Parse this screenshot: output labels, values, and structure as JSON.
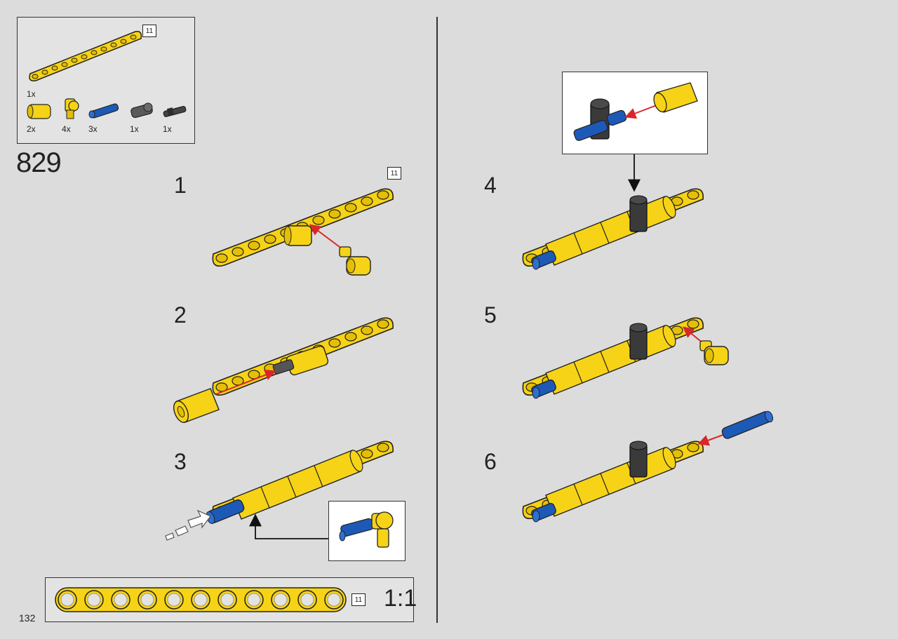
{
  "set_number": "829",
  "page_number": "132",
  "scale_label": "1:1",
  "beam_length_label": "11",
  "parts_list": [
    {
      "name": "beam-11",
      "count": "1x",
      "color": "#f6d316"
    },
    {
      "name": "axle-connector",
      "count": "2x",
      "color": "#f6d316"
    },
    {
      "name": "pin-connector-perpendicular",
      "count": "4x",
      "color": "#f6d316"
    },
    {
      "name": "pin-with-friction",
      "count": "3x",
      "color": "#1d5ab8"
    },
    {
      "name": "pin-connector-dark",
      "count": "1x",
      "color": "#555555"
    },
    {
      "name": "axle-pin-dark",
      "count": "1x",
      "color": "#444444"
    }
  ],
  "steps": [
    {
      "number": "1"
    },
    {
      "number": "2"
    },
    {
      "number": "3"
    },
    {
      "number": "4"
    },
    {
      "number": "5"
    },
    {
      "number": "6"
    }
  ],
  "colors": {
    "yellow": "#f6d316",
    "blue": "#1d5ab8",
    "dark": "#3a3a3a",
    "arrow_red": "#d9262b"
  }
}
